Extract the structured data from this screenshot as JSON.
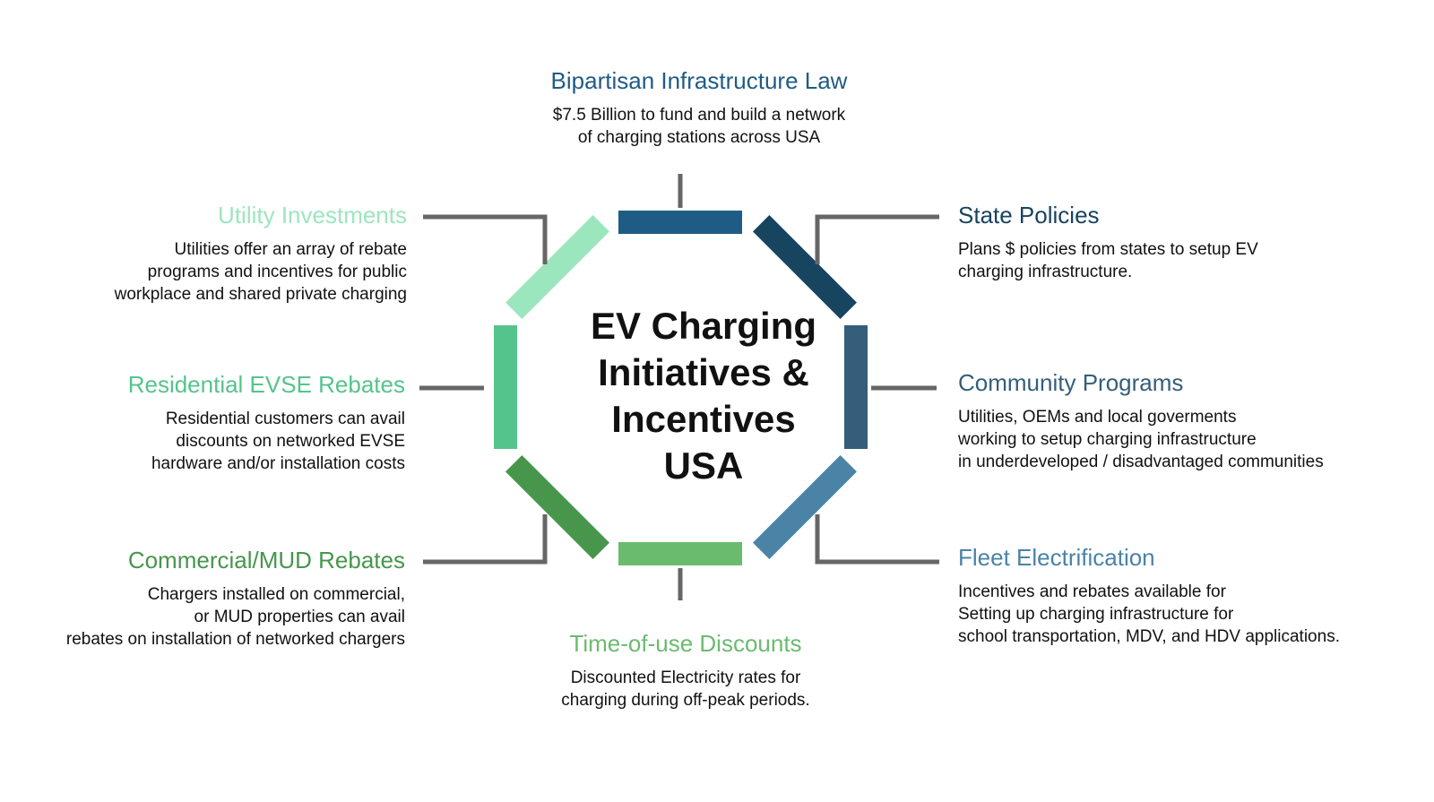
{
  "center": {
    "lines": [
      "EV Charging",
      "Initiatives &",
      "Incentives",
      "USA"
    ]
  },
  "initiatives": [
    {
      "id": "bipartisan",
      "title": "Bipartisan Infrastructure Law",
      "color": "#1f5c85",
      "lines": [
        "$7.5 Billion to fund and build a network",
        "of charging stations across USA"
      ]
    },
    {
      "id": "state",
      "title": "State Policies",
      "color": "#17445f",
      "lines": [
        "Plans $ policies from states to setup EV",
        "charging infrastructure."
      ]
    },
    {
      "id": "community",
      "title": "Community Programs",
      "color": "#345e7a",
      "lines": [
        "Utilities, OEMs and local goverments",
        "working to setup charging infrastructure",
        "in underdeveloped / disadvantaged communities"
      ]
    },
    {
      "id": "fleet",
      "title": "Fleet Electrification",
      "color": "#4a83a6",
      "lines": [
        "Incentives and rebates available for",
        "Setting up charging infrastructure for",
        "school transportation, MDV, and HDV applications."
      ]
    },
    {
      "id": "tou",
      "title": "Time-of-use Discounts",
      "color": "#6bbb6f",
      "lines": [
        "Discounted Electricity rates for",
        "charging during off-peak periods."
      ]
    },
    {
      "id": "commercial",
      "title": "Commercial/MUD Rebates",
      "color": "#47964c",
      "lines": [
        "Chargers installed on commercial,",
        "or MUD properties can avail",
        "rebates on installation of networked chargers"
      ]
    },
    {
      "id": "residential",
      "title": "Residential EVSE Rebates",
      "color": "#55c48c",
      "lines": [
        "Residential customers can avail",
        "discounts on networked EVSE",
        "hardware and/or installation costs"
      ]
    },
    {
      "id": "utility",
      "title": "Utility Investments",
      "color": "#9ce6bd",
      "lines": [
        "Utilities offer an array of rebate",
        "programs and incentives for public",
        "workplace and shared private charging"
      ]
    }
  ],
  "connector_color": "#666666"
}
